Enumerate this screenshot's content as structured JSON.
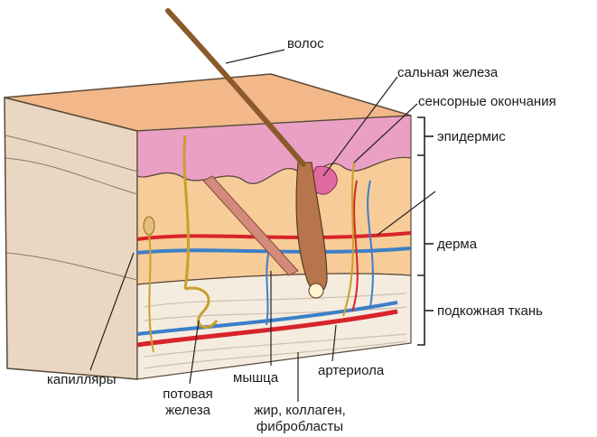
{
  "labels": {
    "hair": "волос",
    "sebaceous_gland": "сальная железа",
    "sensory_endings": "сенсорные окончания",
    "epidermis": "эпидермис",
    "dermis": "дерма",
    "subcutaneous": "подкожная ткань",
    "capillaries": "капилляры",
    "sweat_gland_line1": "потовая",
    "sweat_gland_line2": "железа",
    "muscle": "мышца",
    "arteriole": "артериола",
    "fat_line1": "жир, коллаген,",
    "fat_line2": "фибробласты"
  },
  "colors": {
    "surface_top": "#f2b88a",
    "epidermis": "#eaa0c4",
    "dermis": "#f7cc98",
    "subcutaneous": "#f5ece0",
    "side_face": "#ead7c3",
    "artery": "#d8232a",
    "vein": "#3c7fc8",
    "hair": "#8b5a2b",
    "nerve": "#c9a02a"
  }
}
